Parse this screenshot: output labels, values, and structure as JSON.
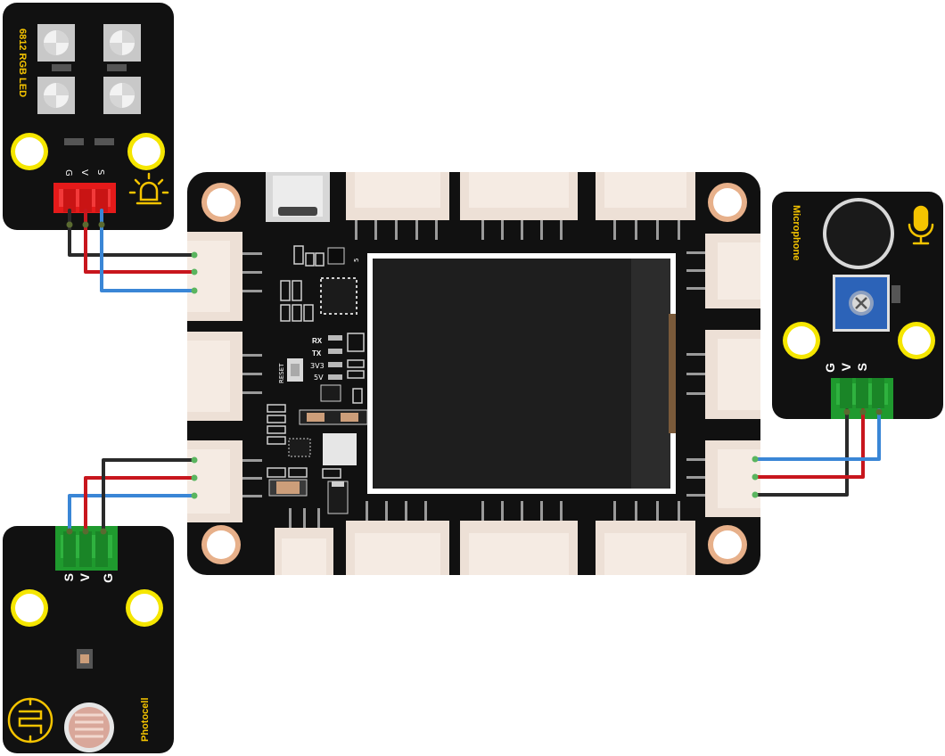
{
  "modules": {
    "rgb_led": {
      "title": "6812 RGB LED",
      "pins": [
        "G",
        "V",
        "S"
      ]
    },
    "microphone": {
      "title": "Microphone",
      "pins": [
        "G",
        "V",
        "S"
      ]
    },
    "photocell": {
      "title": "Photocell",
      "pins": [
        "S",
        "V",
        "G"
      ]
    }
  },
  "board": {
    "labels": {
      "rx": "RX",
      "tx": "TX",
      "v33": "3V3",
      "v5": "5V",
      "reset": "RESET",
      "mark5": "5"
    }
  },
  "colors": {
    "pcb": "#111111",
    "silk_yellow": "#f5c400",
    "connector": "#ede0d6",
    "connector_dark": "#d9c8bb",
    "pin": "#9a9a9a",
    "mount_ring": "#e7b08a",
    "lcd": "#1e1e1e",
    "lcd_edge": "#2c2c2c",
    "wire_black": "#2a2a2a",
    "wire_red": "#c8161d",
    "wire_blue": "#3a86d6",
    "header_red": "#e51a1a",
    "header_green": "#1f9a2e",
    "pot_blue": "#2c63b8"
  },
  "icons": [
    "bulb-icon",
    "microphone-icon",
    "photoresistor-icon"
  ]
}
